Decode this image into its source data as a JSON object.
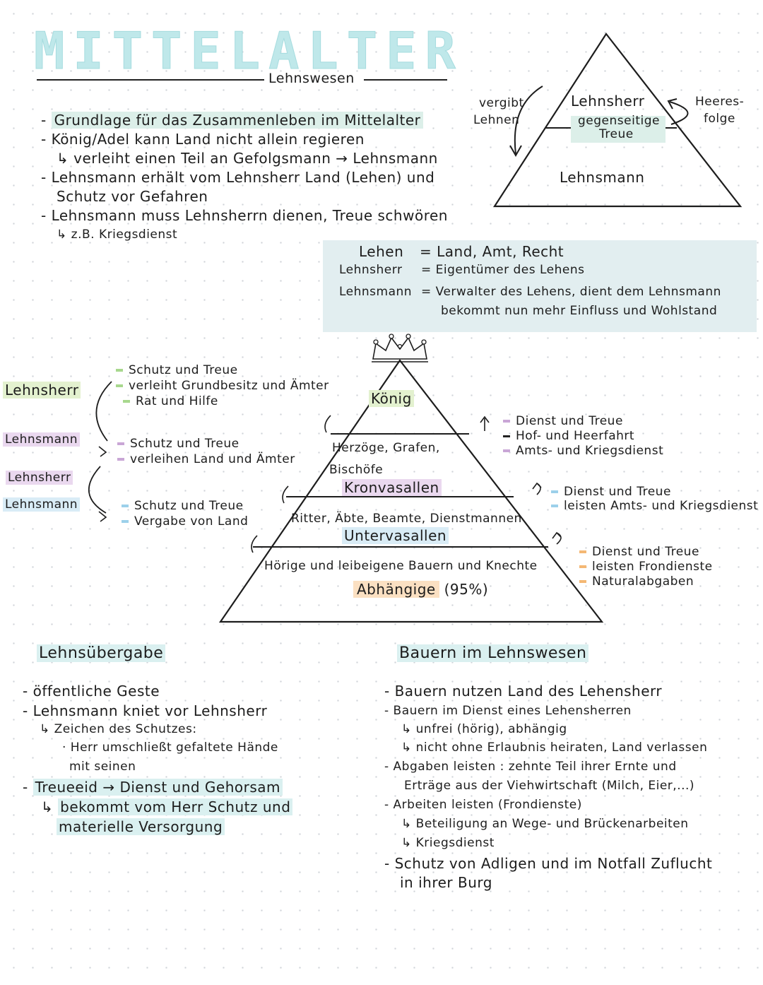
{
  "title": "MITTELALTER",
  "subtitle": "Lehnswesen",
  "intro": {
    "l1": "Grundlage für das Zusammenleben im Mittelalter",
    "l2": "König/Adel kann Land nicht allein regieren",
    "l3": "verleiht einen Teil an Gefolgsmann",
    "l3b": "Lehnsmann",
    "l4": "Lehnsmann erhält vom Lehnsherr Land (Lehen) und",
    "l5": "Schutz vor Gefahren",
    "l6": "Lehnsmann muss Lehnsherrn dienen, Treue schwören",
    "l7": "z.B. Kriegsdienst"
  },
  "triangle": {
    "top": "Lehnsherr",
    "middle_a": "gegenseitige",
    "middle_b": "Treue",
    "bottom": "Lehnsmann",
    "left_a": "vergibt",
    "left_b": "Lehnen",
    "right_a": "Heeres-",
    "right_b": "folge"
  },
  "definitions": {
    "r1_term": "Lehen",
    "r1_def": "= Land, Amt, Recht",
    "r2_term": "Lehnsherr",
    "r2_def": "= Eigentümer des Lehens",
    "r3_term": "Lehnsmann",
    "r3_def": "= Verwalter des Lehens, dient dem Lehnsmann",
    "r4_def": "bekommt nun mehr Einfluss und Wohlstand"
  },
  "pyramid": {
    "level1": "König",
    "level2_a": "Herzöge, Grafen,",
    "level2_b": "Bischöfe",
    "level2_c": "Kronvasallen",
    "level3_a": "Ritter, Äbte, Beamte, Dienstmannen",
    "level3_b": "Untervasallen",
    "level4_a": "Hörige und leibeigene Bauern und Knechte",
    "level4_b": "Abhängige",
    "level4_c": "(95%)"
  },
  "left_roles": {
    "r1": "Lehnsherr",
    "r2": "Lehnsmann",
    "r3": "Lehnsherr",
    "r4": "Lehnsmann"
  },
  "left_duties": {
    "g1": "Schutz und Treue",
    "g2": "verleiht Grundbesitz und Ämter",
    "g3": "Rat und Hilfe",
    "p1": "Schutz und Treue",
    "p2": "verleihen Land und Ämter",
    "b1": "Schutz und Treue",
    "b2": "Vergabe von Land"
  },
  "right_duties": {
    "a1": "Dienst und Treue",
    "a2": "Hof- und Heerfahrt",
    "a3": "Amts- und Kriegsdienst",
    "b1": "Dienst und Treue",
    "b2": "leisten Amts- und Kriegsdienst",
    "c1": "Dienst und Treue",
    "c2": "leisten Frondienste",
    "c3": "Naturalabgaben"
  },
  "lehnsuebergabe": {
    "heading": "Lehnsübergabe",
    "l1": "öffentliche Geste",
    "l2": "Lehnsmann kniet vor Lehnsherr",
    "l3": "Zeichen des Schutzes:",
    "l4": "· Herr umschließt gefaltete Hände",
    "l5": "mit seinen",
    "l6": "Treueeid",
    "l6b": "Dienst und Gehorsam",
    "l7": "bekommt vom Herr Schutz und",
    "l8": "materielle Versorgung"
  },
  "bauern": {
    "heading": "Bauern im Lehnswesen",
    "l1": "Bauern nutzen Land des Lehensherr",
    "l2": "Bauern im Dienst eines Lehensherren",
    "l3": "unfrei (hörig), abhängig",
    "l4": "nicht ohne Erlaubnis heiraten, Land verlassen",
    "l5": "Abgaben leisten : zehnte Teil ihrer Ernte und",
    "l6": "Erträge aus der Viehwirtschaft (Milch, Eier,...)",
    "l7": "Arbeiten leisten (Frondienste)",
    "l8": "Beteiligung an Wege- und Brückenarbeiten",
    "l9": "Kriegsdienst",
    "l10": "Schutz von Adligen und im Notfall Zuflucht",
    "l11": "in ihrer Burg"
  },
  "colors": {
    "title": "#bfe8ea",
    "mint": "#dcefe9",
    "green": "#a8d88e",
    "purple": "#c9a6d6",
    "blue": "#9cd0ea",
    "orange": "#f4b874",
    "box": "#e2eef0"
  }
}
